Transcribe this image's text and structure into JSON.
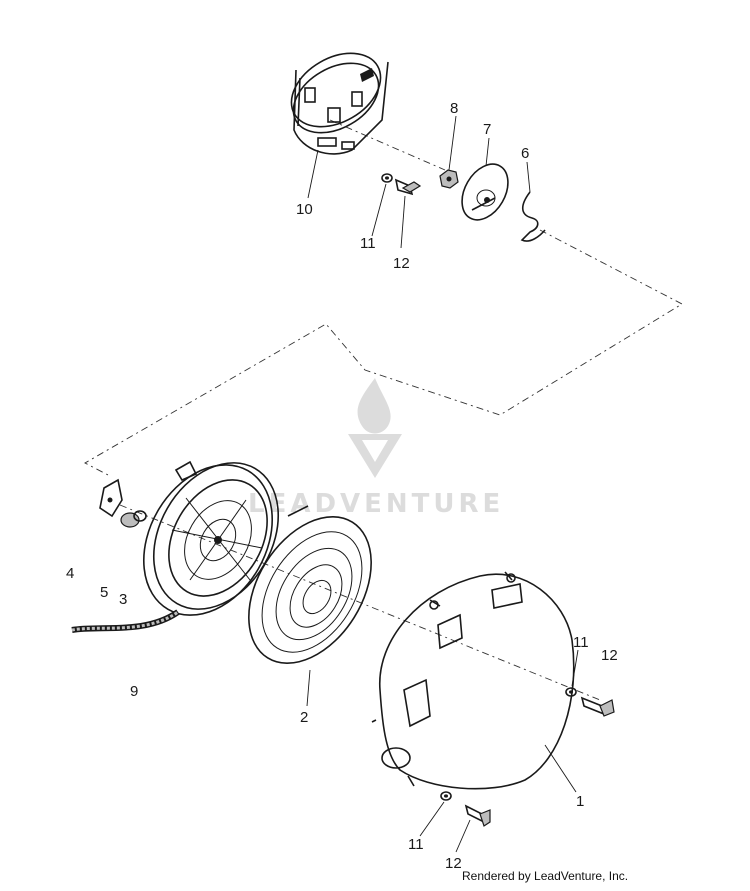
{
  "callouts": [
    {
      "id": "1",
      "label": "1"
    },
    {
      "id": "2",
      "label": "2"
    },
    {
      "id": "3",
      "label": "3"
    },
    {
      "id": "4",
      "label": "4"
    },
    {
      "id": "5",
      "label": "5"
    },
    {
      "id": "6",
      "label": "6"
    },
    {
      "id": "7",
      "label": "7"
    },
    {
      "id": "8",
      "label": "8"
    },
    {
      "id": "9",
      "label": "9"
    },
    {
      "id": "10",
      "label": "10"
    },
    {
      "id": "11a",
      "label": "11"
    },
    {
      "id": "12a",
      "label": "12"
    },
    {
      "id": "11b",
      "label": "11"
    },
    {
      "id": "12b",
      "label": "12"
    },
    {
      "id": "11c",
      "label": "11"
    },
    {
      "id": "12c",
      "label": "12"
    }
  ],
  "watermark": {
    "text": "LEADVENTURE"
  },
  "credit": {
    "text": "Rendered by LeadVenture, Inc."
  }
}
